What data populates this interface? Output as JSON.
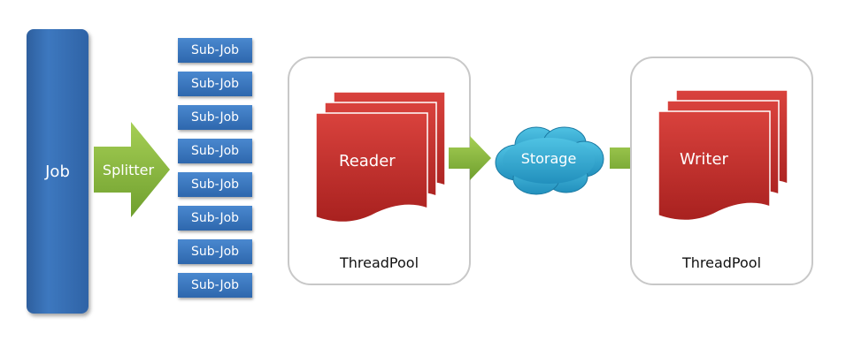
{
  "diagram": {
    "job_label": "Job",
    "splitter_label": "Splitter",
    "subjobs": [
      "Sub-Job",
      "Sub-Job",
      "Sub-Job",
      "Sub-Job",
      "Sub-Job",
      "Sub-Job",
      "Sub-Job",
      "Sub-Job"
    ],
    "reader_label": "Reader",
    "reader_pool_label": "ThreadPool",
    "storage_label": "Storage",
    "writer_label": "Writer",
    "writer_pool_label": "ThreadPool"
  },
  "colors": {
    "job_blue": "#3d78bf",
    "subjob_blue": "#2e67ad",
    "arrow_green": "#8cbf3f",
    "doc_red": "#c9312c",
    "cloud_blue": "#2fa8cf",
    "pool_border": "#c8c8c8"
  }
}
